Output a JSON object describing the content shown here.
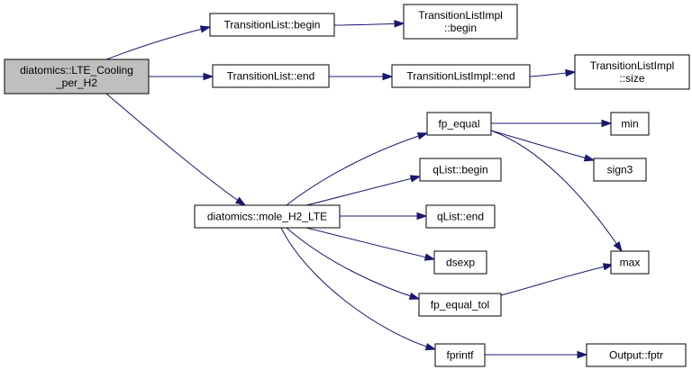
{
  "graph": {
    "edge_color": "#191970",
    "root_fill": "#bfbfbf",
    "nodes": [
      {
        "id": "root",
        "lines": [
          "diatomics::LTE_Cooling",
          "_per_H2"
        ],
        "root": true
      },
      {
        "id": "tl_begin",
        "lines": [
          "TransitionList::begin"
        ]
      },
      {
        "id": "tli_begin",
        "lines": [
          "TransitionListImpl",
          "::begin"
        ]
      },
      {
        "id": "tl_end",
        "lines": [
          "TransitionList::end"
        ]
      },
      {
        "id": "tli_end",
        "lines": [
          "TransitionListImpl::end"
        ]
      },
      {
        "id": "tli_size",
        "lines": [
          "TransitionListImpl",
          "::size"
        ]
      },
      {
        "id": "mole",
        "lines": [
          "diatomics::mole_H2_LTE"
        ]
      },
      {
        "id": "fp_equal",
        "lines": [
          "fp_equal"
        ]
      },
      {
        "id": "qlist_begin",
        "lines": [
          "qList::begin"
        ]
      },
      {
        "id": "qlist_end",
        "lines": [
          "qList::end"
        ]
      },
      {
        "id": "dsexp",
        "lines": [
          "dsexp"
        ]
      },
      {
        "id": "fp_equal_tol",
        "lines": [
          "fp_equal_tol"
        ]
      },
      {
        "id": "fprintf",
        "lines": [
          "fprintf"
        ]
      },
      {
        "id": "min",
        "lines": [
          "min"
        ]
      },
      {
        "id": "sign3",
        "lines": [
          "sign3"
        ]
      },
      {
        "id": "max",
        "lines": [
          "max"
        ]
      },
      {
        "id": "fptr",
        "lines": [
          "Output::fptr"
        ]
      }
    ],
    "edges": [
      {
        "from": "root",
        "to": "tl_begin"
      },
      {
        "from": "root",
        "to": "tl_end"
      },
      {
        "from": "root",
        "to": "mole"
      },
      {
        "from": "tl_begin",
        "to": "tli_begin"
      },
      {
        "from": "tl_end",
        "to": "tli_end"
      },
      {
        "from": "tli_end",
        "to": "tli_size"
      },
      {
        "from": "mole",
        "to": "fp_equal"
      },
      {
        "from": "mole",
        "to": "qlist_begin"
      },
      {
        "from": "mole",
        "to": "qlist_end"
      },
      {
        "from": "mole",
        "to": "dsexp"
      },
      {
        "from": "mole",
        "to": "fp_equal_tol"
      },
      {
        "from": "mole",
        "to": "fprintf"
      },
      {
        "from": "fp_equal",
        "to": "min"
      },
      {
        "from": "fp_equal",
        "to": "sign3"
      },
      {
        "from": "fp_equal",
        "to": "max"
      },
      {
        "from": "fp_equal_tol",
        "to": "max"
      },
      {
        "from": "fprintf",
        "to": "fptr"
      }
    ]
  }
}
